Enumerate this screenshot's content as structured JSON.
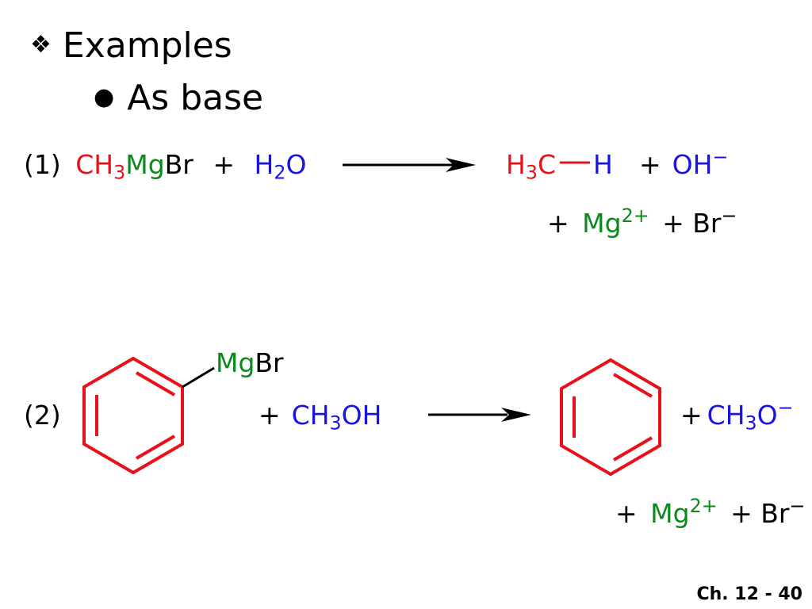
{
  "slide": {
    "heading": "Examples",
    "subheading": "As base",
    "heading_bullet": "❖",
    "sub_bullet": "●",
    "page_number": "Ch. 12 - 40"
  },
  "reaction1": {
    "label": "(1)",
    "reactant1": {
      "a": "CH",
      "sub": "3",
      "b": "Mg",
      "c": "Br"
    },
    "plus": "+",
    "reactant2": {
      "a": "H",
      "sub": "2",
      "b": "O"
    },
    "product1": {
      "a": "H",
      "sub": "3",
      "b": "C",
      "c": "H"
    },
    "product2": {
      "a": "OH",
      "sup": "−"
    },
    "byproduct": {
      "plus1": "+",
      "mg": "Mg",
      "mg_sup": "2+",
      "plus2": "+",
      "br": "Br",
      "br_sup": "−"
    }
  },
  "reaction2": {
    "label": "(2)",
    "substituent": {
      "mg": "Mg",
      "br": "Br"
    },
    "plus": "+",
    "reactant2": {
      "a": "CH",
      "sub": "3",
      "b": "OH"
    },
    "product2": {
      "plus": "+",
      "a": "CH",
      "sub": "3",
      "b": "O",
      "sup": "−"
    },
    "byproduct": {
      "plus1": "+",
      "mg": "Mg",
      "mg_sup": "2+",
      "plus2": "+",
      "br": "Br",
      "br_sup": "−"
    }
  },
  "colors": {
    "carbon": "#e8101a",
    "magnesium": "#0b8a1c",
    "oxygen_species": "#1a14e0"
  }
}
